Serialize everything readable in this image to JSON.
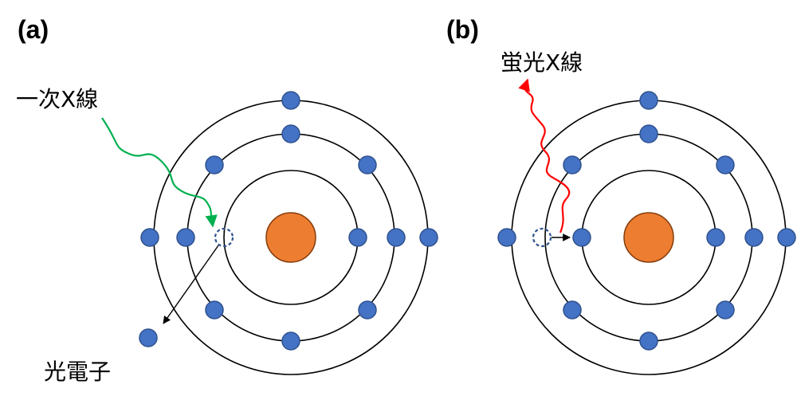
{
  "panels": [
    {
      "label": "(a)"
    },
    {
      "label": "(b)"
    }
  ],
  "labels": {
    "primary_xray": "一次X線",
    "photoelectron": "光電子",
    "fluorescent_xray": "蛍光X線"
  },
  "colors": {
    "electron": "#4472C4",
    "electron_outline": "#2F528F",
    "nucleus": "#ED7D31",
    "primary_xray": "#00B050",
    "fluorescent_xray": "#FF0000",
    "shell": "#000000"
  }
}
